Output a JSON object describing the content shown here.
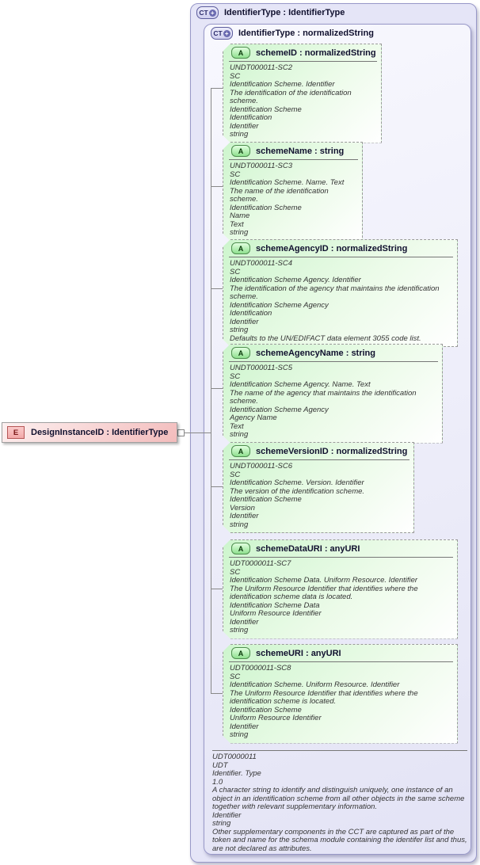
{
  "colors": {
    "container_fill": "#e5e5f7",
    "container_border": "#9898c8",
    "attribute_green": "#cdf5cd",
    "element_pink": "#f3bcbc",
    "connector_gray": "#888888"
  },
  "icons": {
    "complex_type": "CT",
    "complex_type_plus": "+",
    "attribute": "A",
    "element": "E"
  },
  "element": {
    "label": "DesignInstanceID : IdentifierType"
  },
  "outer_container": {
    "title": "IdentifierType : IdentifierType"
  },
  "inner_container": {
    "title": "IdentifierType : normalizedString"
  },
  "attributes": [
    {
      "title": "schemeID : normalizedString",
      "annotation": [
        "UNDT000011-SC2",
        "SC",
        "Identification Scheme. Identifier",
        "The identification of the identification scheme.",
        "Identification Scheme",
        "Identification",
        "Identifier",
        "string"
      ]
    },
    {
      "title": "schemeName : string",
      "annotation": [
        "UNDT000011-SC3",
        "SC",
        "Identification Scheme. Name. Text",
        "The name of the identification scheme.",
        "Identification Scheme",
        "Name",
        "Text",
        "string"
      ]
    },
    {
      "title": "schemeAgencyID : normalizedString",
      "annotation": [
        "UNDT000011-SC4",
        "SC",
        "Identification Scheme Agency. Identifier",
        "The identification of the agency that maintains the identification scheme.",
        "Identification Scheme Agency",
        "Identification",
        "Identifier",
        "string",
        "Defaults to the UN/EDIFACT data element 3055 code list."
      ]
    },
    {
      "title": "schemeAgencyName : string",
      "annotation": [
        "UNDT000011-SC5",
        "SC",
        "Identification Scheme Agency. Name. Text",
        "The name of the agency that maintains the identification scheme.",
        "Identification Scheme Agency",
        "Agency Name",
        "Text",
        "string"
      ]
    },
    {
      "title": "schemeVersionID : normalizedString",
      "annotation": [
        "UNDT000011-SC6",
        "SC",
        "Identification Scheme. Version. Identifier",
        "The version of the identification scheme.",
        "Identification Scheme",
        "Version",
        "Identifier",
        "string"
      ]
    },
    {
      "title": "schemeDataURI : anyURI",
      "annotation": [
        "UDT0000011-SC7",
        "SC",
        "Identification Scheme Data. Uniform Resource. Identifier",
        "The Uniform Resource Identifier that identifies where the identification scheme data is located.",
        "Identification Scheme Data",
        "Uniform Resource Identifier",
        "Identifier",
        "string"
      ]
    },
    {
      "title": "schemeURI : anyURI",
      "annotation": [
        "UDT0000011-SC8",
        "SC",
        "Identification Scheme. Uniform Resource. Identifier",
        "The Uniform Resource Identifier that identifies where the identification scheme is located.",
        "Identification Scheme",
        "Uniform Resource Identifier",
        "Identifier",
        "string"
      ]
    }
  ],
  "documentation": [
    "UDT0000011",
    "UDT",
    "Identifier. Type",
    "1.0",
    "A character string to identify and distinguish uniquely, one instance of an object in an identification scheme from all other objects in the same scheme together with relevant supplementary information.",
    "Identifier",
    "string",
    "Other supplementary components in the CCT are captured as part of the token and name for the schema module containing the identifer list and thus, are not declared as attributes."
  ]
}
